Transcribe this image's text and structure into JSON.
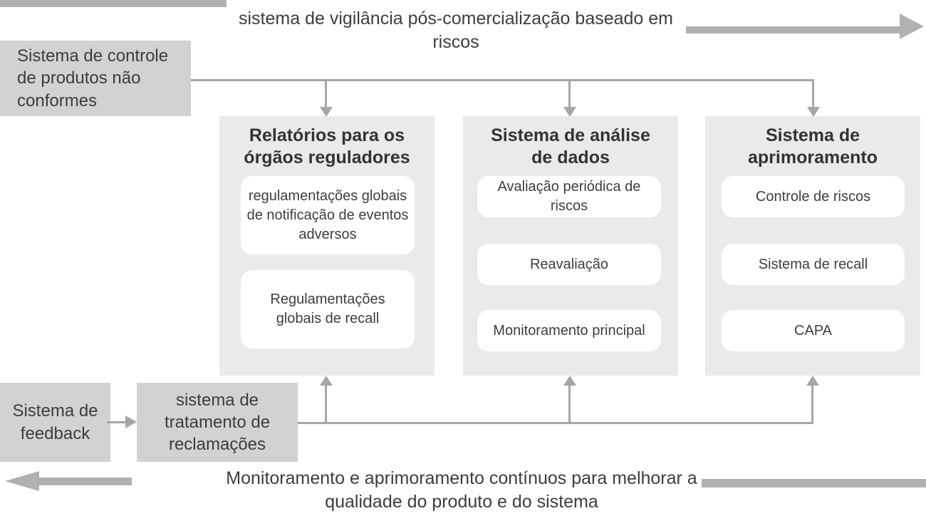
{
  "top": {
    "title": "sistema de vigilância pós-comercialização baseado em riscos"
  },
  "boxes": {
    "nonconforming": "Sistema de controle de produtos não conformes",
    "feedback": "Sistema de feedback",
    "complaints": "sistema de tratamento de reclamações"
  },
  "columns": [
    {
      "title": "Relatórios para os órgãos reguladores",
      "items": [
        "regulamentações globais de notificação de eventos adversos",
        "Regulamentações globais de recall"
      ]
    },
    {
      "title": "Sistema de análise de dados",
      "items": [
        "Avaliação periódica de riscos",
        "Reavaliação",
        "Monitoramento principal"
      ]
    },
    {
      "title": "Sistema de aprimoramento",
      "items": [
        "Controle de riscos",
        "Sistema de recall",
        "CAPA"
      ]
    }
  ],
  "bottom": {
    "title": "Monitoramento e aprimoramento contínuos para melhorar a qualidade do produto e do sistema"
  },
  "colors": {
    "panel_gray": "#eaeaeb",
    "box_gray": "#d2d2d3",
    "line_gray": "#a6a6a9",
    "thick_arrow_gray": "#b1b1b4",
    "text_dark": "#3d3d3f"
  }
}
